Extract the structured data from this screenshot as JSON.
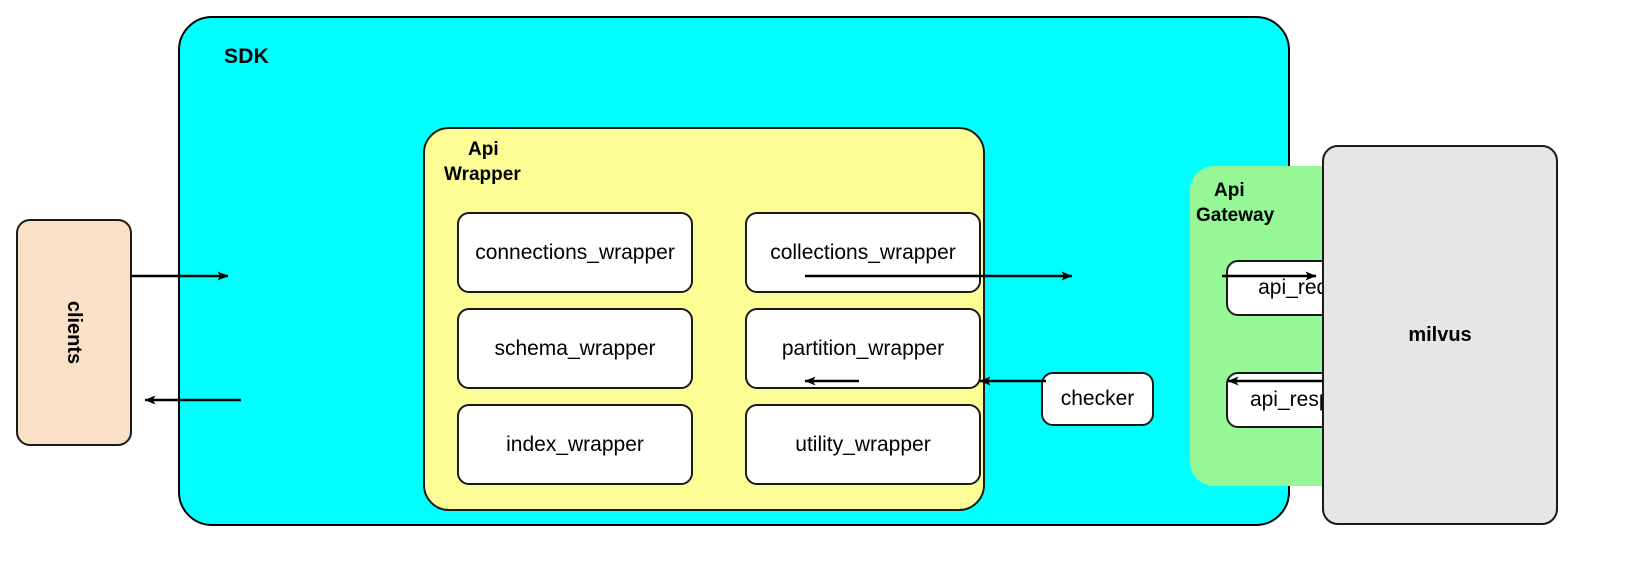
{
  "diagram": {
    "title_not_shown": "",
    "colors": {
      "sdk_fill": "#00ffff",
      "api_wrapper_fill": "#fdfd96",
      "api_gateway_fill": "#96f796",
      "clients_fill": "#fbe0c8",
      "milvus_fill": "#e6e6e6",
      "cell_fill": "#ffffff",
      "stroke": "#1a1a1a"
    }
  },
  "clients": {
    "label": "clients"
  },
  "sdk": {
    "label": "SDK",
    "api_wrapper": {
      "label_line1": "Api",
      "label_line2": "Wrapper",
      "cells": [
        {
          "label": "connections_wrapper"
        },
        {
          "label": "collections_wrapper"
        },
        {
          "label": "schema_wrapper"
        },
        {
          "label": "partition_wrapper"
        },
        {
          "label": "index_wrapper"
        },
        {
          "label": "utility_wrapper"
        }
      ]
    },
    "checker": {
      "label": "checker"
    },
    "api_gateway": {
      "label_line1": "Api",
      "label_line2": "Gateway",
      "cells": [
        {
          "label": "api_request"
        },
        {
          "label": "api_response"
        }
      ]
    }
  },
  "milvus": {
    "label": "milvus"
  },
  "arrows": [
    {
      "name": "clients-to-api-wrapper",
      "from": "clients",
      "to": "api_wrapper",
      "direction": "right"
    },
    {
      "name": "api-wrapper-to-clients",
      "from": "api_wrapper",
      "to": "clients",
      "direction": "left"
    },
    {
      "name": "api-wrapper-to-api-request",
      "from": "api_wrapper",
      "to": "api_request",
      "direction": "right"
    },
    {
      "name": "api-request-to-milvus",
      "from": "api_request",
      "to": "milvus",
      "direction": "right"
    },
    {
      "name": "milvus-to-api-response",
      "from": "milvus",
      "to": "api_response",
      "direction": "left"
    },
    {
      "name": "api-response-to-checker",
      "from": "api_response",
      "to": "checker",
      "direction": "left"
    },
    {
      "name": "checker-to-api-wrapper",
      "from": "checker",
      "to": "api_wrapper",
      "direction": "left"
    }
  ]
}
